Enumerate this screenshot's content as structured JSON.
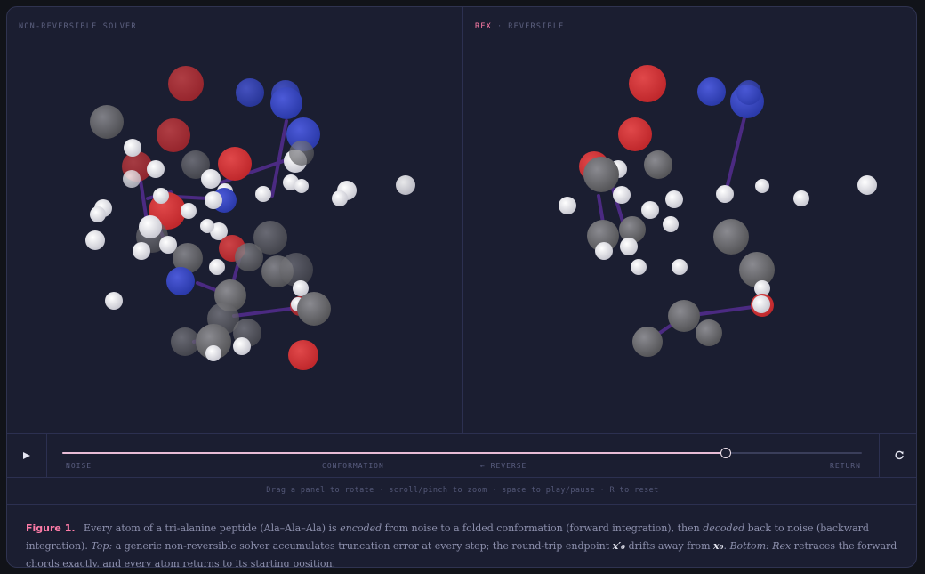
{
  "panels": {
    "left": {
      "title": "NON-REVERSIBLE SOLVER"
    },
    "right": {
      "brand": "REX",
      "separator": "·",
      "title": "REVERSIBLE"
    }
  },
  "controls": {
    "play_icon": "play-icon",
    "reset_icon": "reset-icon",
    "progress": 0.83,
    "phases": [
      "NOISE",
      "CONFORMATION",
      "← REVERSE",
      "RETURN"
    ]
  },
  "hint": "Drag a panel to rotate · scroll/pinch to zoom · space to play/pause · R to reset",
  "caption": {
    "label": "Figure 1.",
    "p1": "Every atom of a tri-alanine peptide (Ala–Ala–Ala) is",
    "w1": "encoded",
    "p2": "from noise to a folded conformation (forward integration), then",
    "w2": "decoded",
    "p3": "back to noise (backward integration).",
    "w3": "Top:",
    "p4": "a generic non-reversible solver accumulates truncation error at every step; the round-trip endpoint",
    "sym1": "x′₀",
    "p5": "drifts away from",
    "sym2": "x₀",
    "p6": ".",
    "w4": "Bottom: Rex",
    "p7": "retraces the forward chords exactly, and every atom returns to its starting position."
  },
  "colors": {
    "accent": "#ff7ca8",
    "oxygen": "#c0282c",
    "nitrogen": "#2b3aaa",
    "carbon": "#6e6e72",
    "hydrogen": "#e4e4ea",
    "bond": "#4b2a82"
  }
}
